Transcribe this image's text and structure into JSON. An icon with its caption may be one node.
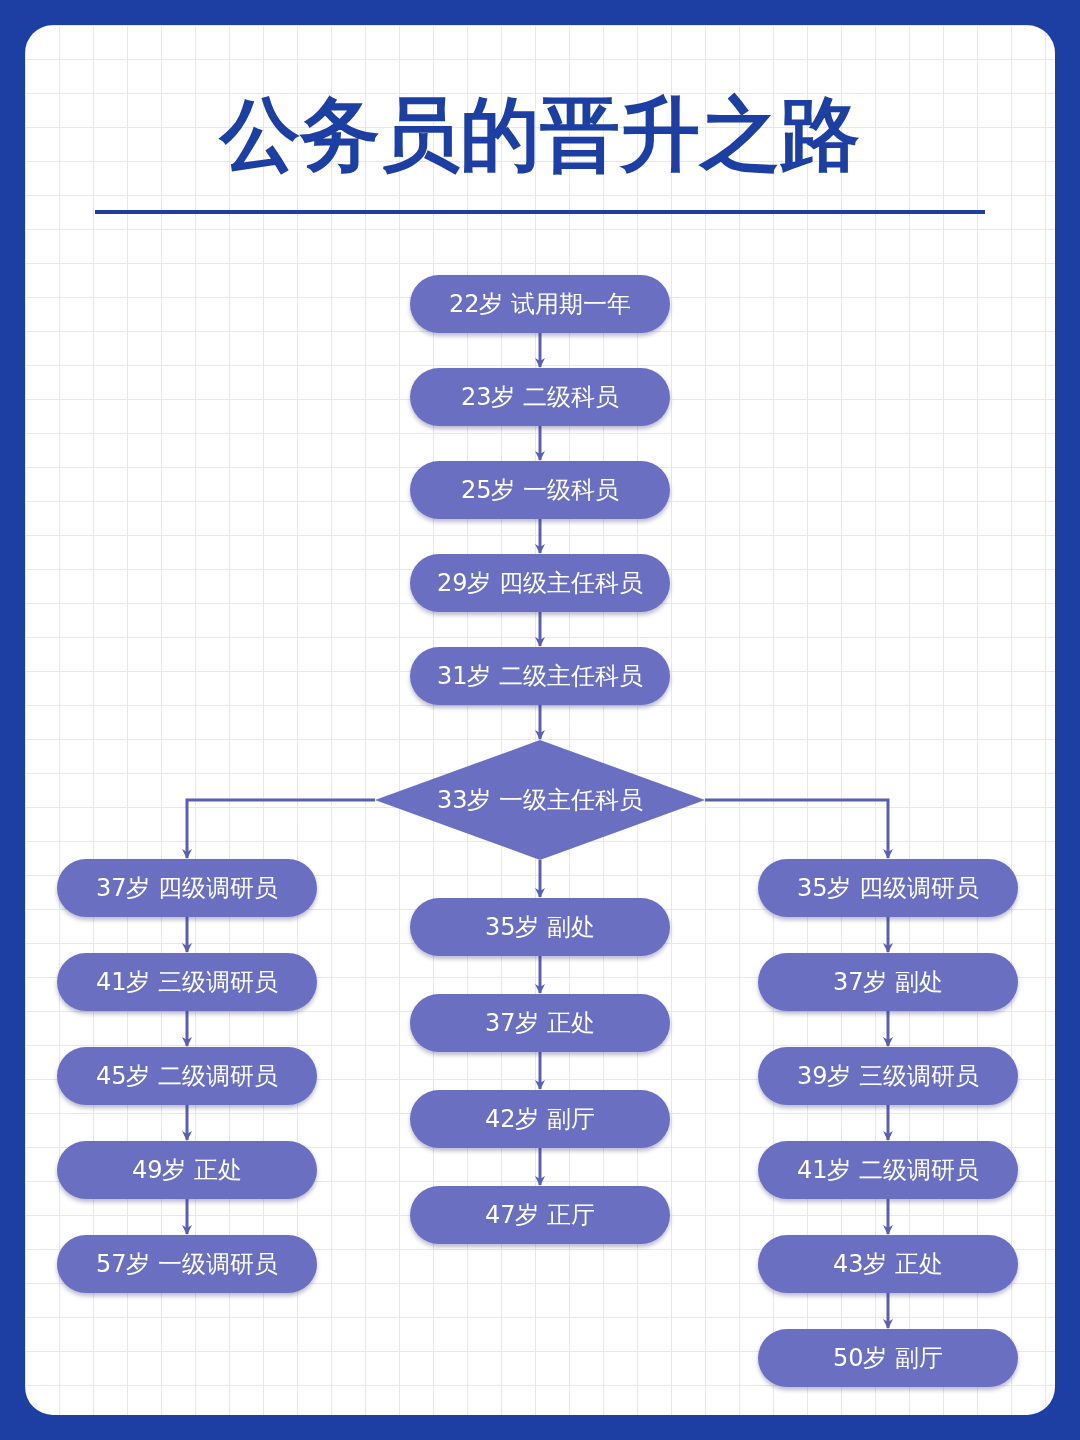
{
  "diagram": {
    "title": "公务员的**晋升**之路",
    "nodes": [
      {
        "text": [
          "22岁 试用期一年"
        ]
      },
      {
        "text": [
          "23岁 二级科员"
        ]
      },
      {
        "text": [
          "25岁 一级科员"
        ]
      },
      {
        "text": [
          "29岁 四级主任科员"
        ]
      },
      {
        "text": [
          "31岁 二级主任科员"
        ]
      },
      {
        "text": [
          "33岁 一级主任科员"
        ]
      },
      {
        "text": [
          "37岁 四级调研员"
        ]
      },
      {
        "text": [
          "41岁 三级调研员"
        ]
      },
      {
        "text": [
          "45岁 二级调研员"
        ]
      },
      {
        "text": [
          "49岁 正处"
        ]
      },
      {
        "text": [
          "57岁 一级调研员"
        ]
      },
      {
        "text": [
          "35岁 副处"
        ]
      },
      {
        "text": [
          "37岁 正处"
        ]
      },
      {
        "text": [
          "42岁 副厅"
        ]
      },
      {
        "text": [
          "47岁 正厅"
        ]
      },
      {
        "text": [
          "35岁 四级调研员"
        ]
      },
      {
        "text": [
          "37岁 副处"
        ]
      },
      {
        "text": [
          "39岁 三级调研员"
        ]
      },
      {
        "text": [
          "41岁 二级调研员"
        ]
      },
      {
        "text": [
          "43岁 正处"
        ]
      },
      {
        "text": [
          "50岁 副厅"
        ]
      }
    ],
    "edges": [
      {
        "from": 0,
        "to": 1,
        "arrow": "to"
      },
      {
        "from": 1,
        "to": 2,
        "arrow": "to"
      },
      {
        "from": 2,
        "to": 3,
        "arrow": "to"
      },
      {
        "from": 3,
        "to": 4,
        "arrow": "to"
      },
      {
        "from": 4,
        "to": 5,
        "arrow": "to"
      },
      {
        "from": 5,
        "to": 6,
        "arrow": "to"
      },
      {
        "from": 6,
        "to": 7,
        "arrow": "to"
      },
      {
        "from": 7,
        "to": 8,
        "arrow": "to"
      },
      {
        "from": 8,
        "to": 9,
        "arrow": "to"
      },
      {
        "from": 9,
        "to": 10,
        "arrow": "to"
      },
      {
        "from": 5,
        "to": 11,
        "arrow": "to"
      },
      {
        "from": 11,
        "to": 12,
        "arrow": "to"
      },
      {
        "from": 12,
        "to": 13,
        "arrow": "to"
      },
      {
        "from": 13,
        "to": 14,
        "arrow": "to"
      },
      {
        "from": 5,
        "to": 15,
        "arrow": "to"
      },
      {
        "from": 15,
        "to": 16,
        "arrow": "to"
      },
      {
        "from": 16,
        "to": 17,
        "arrow": "to"
      },
      {
        "from": 17,
        "to": 18,
        "arrow": "to"
      },
      {
        "from": 18,
        "to": 19,
        "arrow": "to"
      },
      {
        "from": 19,
        "to": 20,
        "arrow": "to"
      }
    ]
  }
}
